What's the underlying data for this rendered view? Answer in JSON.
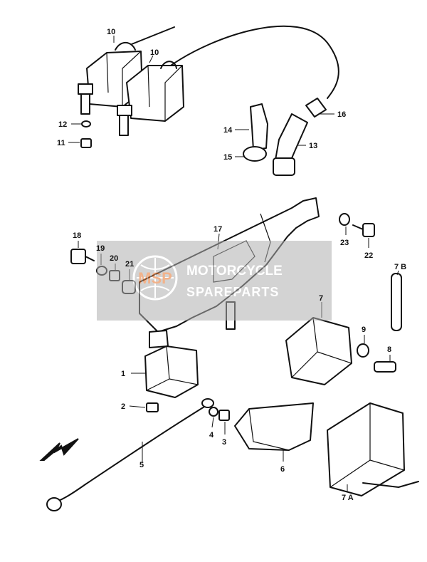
{
  "callouts": {
    "c1": "1",
    "c2": "2",
    "c3": "3",
    "c4": "4",
    "c5": "5",
    "c6": "6",
    "c7": "7",
    "c7a": "7 A",
    "c7b": "7 B",
    "c8": "8",
    "c9": "9",
    "c10a": "10",
    "c10b": "10",
    "c11": "11",
    "c12": "12",
    "c13": "13",
    "c14": "14",
    "c15": "15",
    "c16": "16",
    "c17": "17",
    "c18": "18",
    "c19": "19",
    "c20": "20",
    "c21": "21",
    "c22": "22",
    "c23": "23"
  },
  "watermark": {
    "badge": "MSP",
    "line1": "MOTORCYCLE",
    "line2": "SPAREPARTS"
  },
  "colors": {
    "ink": "#111111",
    "watermark_box": "#b0b0b0",
    "watermark_orange": "#e8742c"
  }
}
